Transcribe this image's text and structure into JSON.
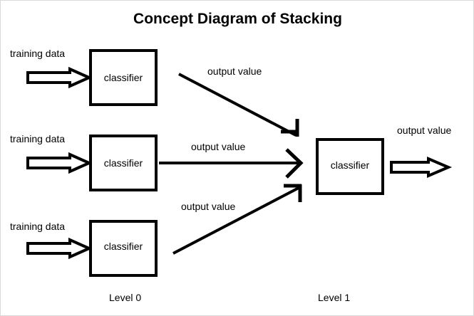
{
  "diagram": {
    "title": "Concept Diagram of Stacking",
    "background_color": "#ffffff",
    "stroke_color": "#000000",
    "level0": {
      "caption": "Level 0",
      "rows": [
        {
          "input_label": "training data",
          "box_label": "classifier",
          "output_label": "output value"
        },
        {
          "input_label": "training data",
          "box_label": "classifier",
          "output_label": "output value"
        },
        {
          "input_label": "training data",
          "box_label": "classifier",
          "output_label": "output value"
        }
      ]
    },
    "level1": {
      "caption": "Level 1",
      "box_label": "classifier",
      "output_label": "output value"
    }
  }
}
